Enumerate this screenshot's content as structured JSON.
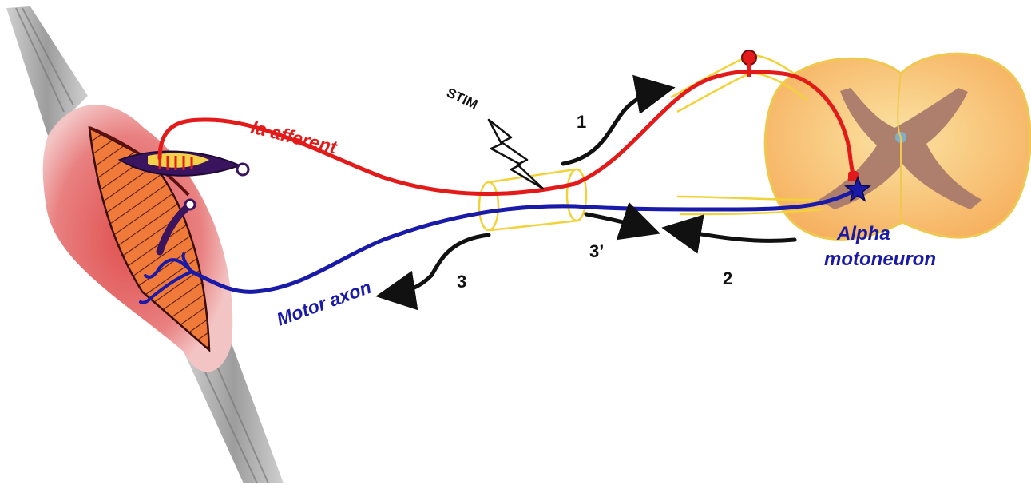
{
  "diagram": {
    "labels": {
      "ia_afferent": "Ia afferent",
      "motor_axon": "Motor axon",
      "alpha_line1": "Alpha",
      "alpha_line2": "motoneuron",
      "stim": "STIM",
      "step1": "1",
      "step2": "2",
      "step3": "3",
      "step3prime": "3’"
    },
    "colors": {
      "afferent": "#e21a1a",
      "motor": "#1a1aa8",
      "muscle_glow": "#e86a6a",
      "muscle_fibers": "#f07a3a",
      "tendon": "#b5b5b5",
      "electrode": "#f2d23a",
      "spinal_cord": "#f7c86a",
      "grey_matter": "#a97a6a",
      "spindle": "#4a1a6a",
      "arrow": "#111111"
    },
    "icons": {
      "stim": "lightning-bolt-icon",
      "soma": "star-icon",
      "ganglion": "dorsal-root-ganglion-icon"
    }
  }
}
